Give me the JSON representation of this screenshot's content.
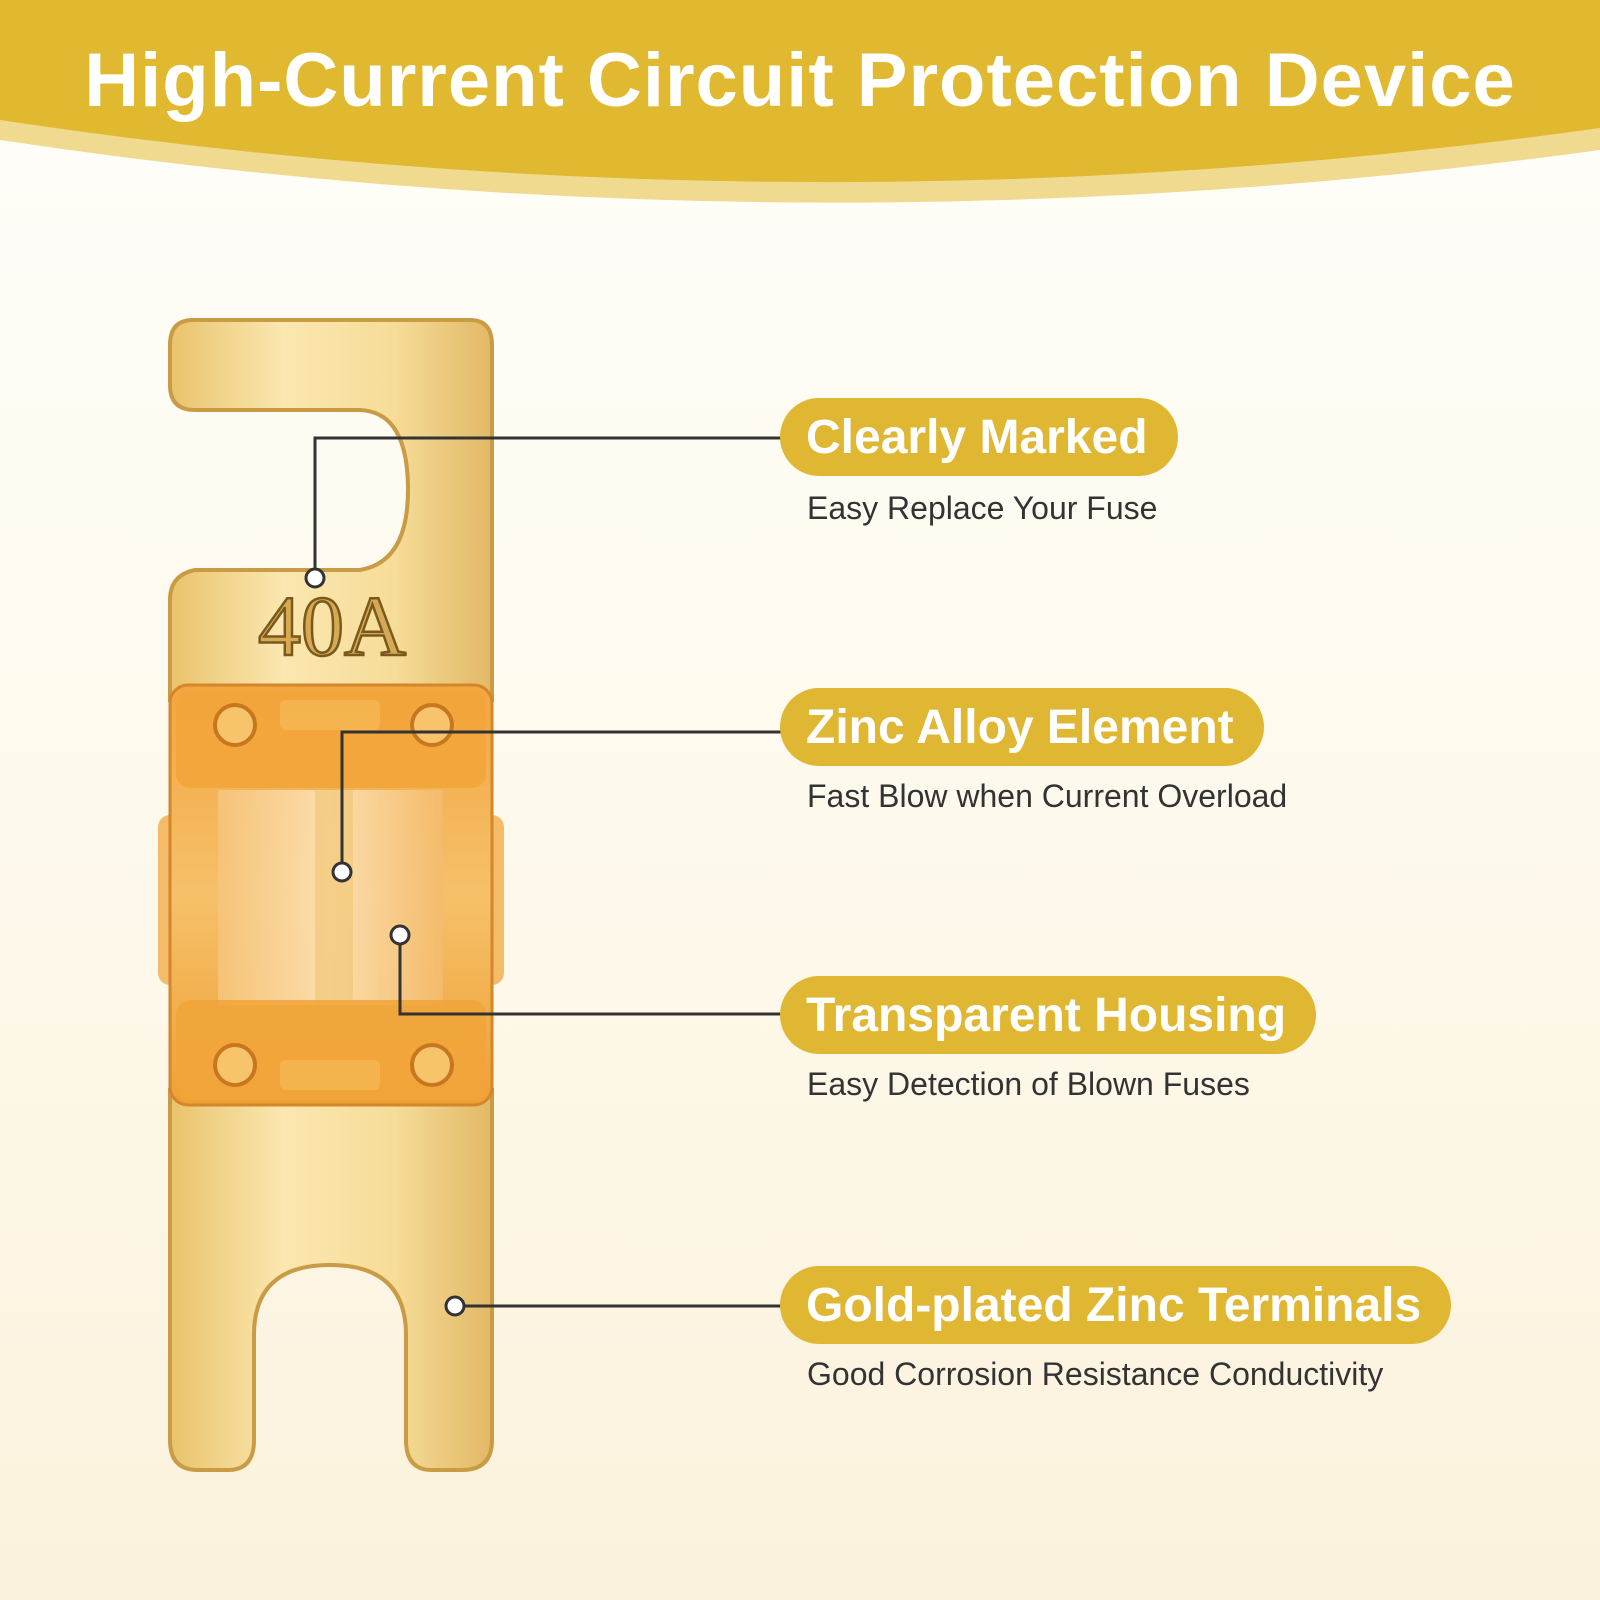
{
  "title": "High-Current Circuit Protection Device",
  "fuse_marking": "40A",
  "colors": {
    "banner": "#e0b930",
    "banner_light": "#f0da8f",
    "pill": "#dfb732",
    "gold": "#f5d78c",
    "housing": "#f0a52a"
  },
  "features": [
    {
      "label": "Clearly Marked",
      "description": "Easy Replace Your Fuse"
    },
    {
      "label": "Zinc Alloy Element",
      "description": "Fast Blow when Current Overload"
    },
    {
      "label": "Transparent Housing",
      "description": "Easy Detection of Blown Fuses"
    },
    {
      "label": "Gold-plated Zinc Terminals",
      "description": "Good Corrosion Resistance Conductivity"
    }
  ]
}
